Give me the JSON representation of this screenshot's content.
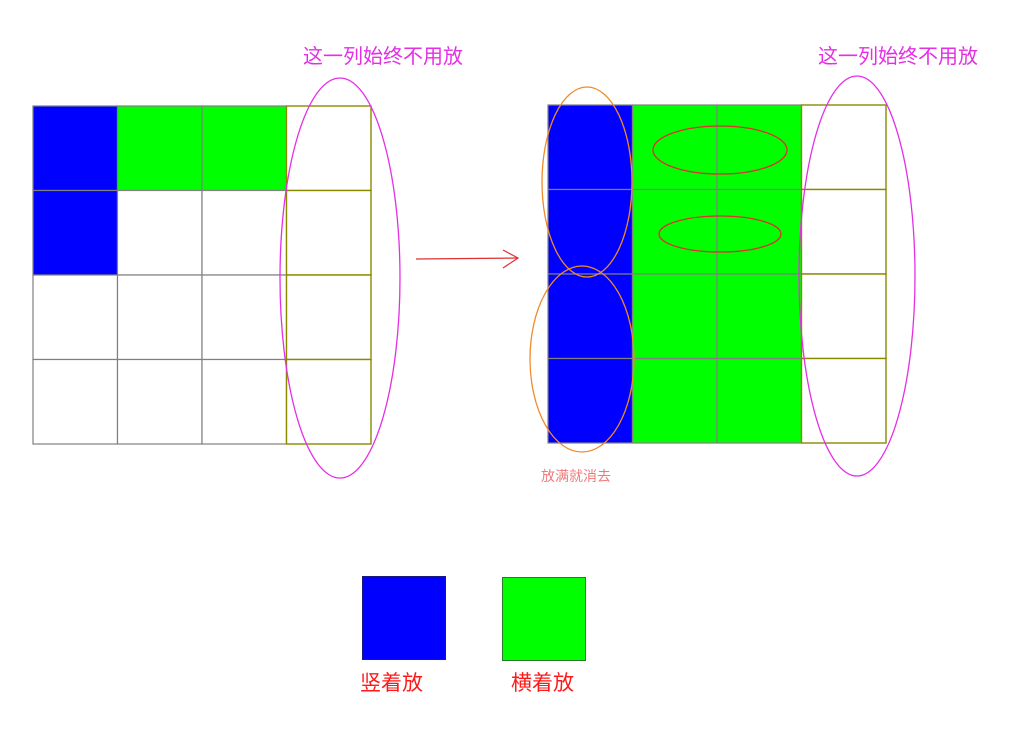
{
  "annotations": {
    "left_column_note": "这一列始终不用放",
    "right_column_note": "这一列始终不用放",
    "clear_note": "放满就消去"
  },
  "legend": {
    "vertical": {
      "label": "竖着放",
      "color": "#0000ff"
    },
    "horizontal": {
      "label": "横着放",
      "color": "#00ff00"
    }
  },
  "colors": {
    "vertical": "#0000ff",
    "horizontal": "#00ff00",
    "empty": "#ffffff",
    "grid_line": "#808080",
    "unused_column_line": "#8a8a00",
    "column_ellipse": "#e52fe5",
    "vertical_group_ellipse": "#f08a2a",
    "horizontal_group_ellipse": "#e03030",
    "arrow": "#e03030"
  },
  "grids": {
    "before": {
      "rows": [
        [
          "vertical",
          "horizontal",
          "horizontal",
          "empty"
        ],
        [
          "vertical",
          "empty",
          "empty",
          "empty"
        ],
        [
          "empty",
          "empty",
          "empty",
          "empty"
        ],
        [
          "empty",
          "empty",
          "empty",
          "empty"
        ]
      ]
    },
    "after": {
      "rows": [
        [
          "vertical",
          "horizontal",
          "horizontal",
          "empty"
        ],
        [
          "vertical",
          "horizontal",
          "horizontal",
          "empty"
        ],
        [
          "vertical",
          "horizontal",
          "horizontal",
          "empty"
        ],
        [
          "vertical",
          "horizontal",
          "horizontal",
          "empty"
        ]
      ]
    }
  }
}
